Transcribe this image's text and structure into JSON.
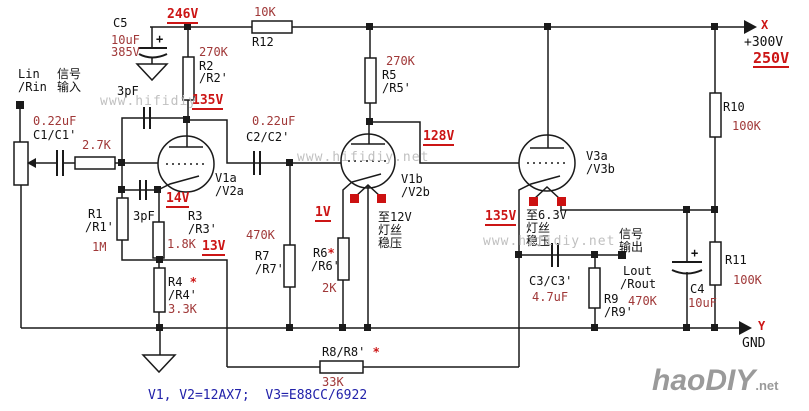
{
  "caption": "V1, V2=12AX7;  V3=E88CC/6922",
  "power": {
    "rail_terminal": "X",
    "rail_supply": "+300V",
    "rail_measured": "250V",
    "ground_terminal": "Y",
    "ground_name": "GND"
  },
  "input": {
    "line1": "Lin",
    "line2": "/Rin",
    "cn_line1": "信号",
    "cn_line2": "输入"
  },
  "output": {
    "cn_line1": "信号",
    "cn_line2": "输出",
    "line1": "Lout",
    "line2": "/Rout"
  },
  "tubes": {
    "v1a": {
      "line1": "V1a",
      "line2": "/V2a"
    },
    "v1b": {
      "line1": "V1b",
      "line2": "/V2b"
    },
    "v3": {
      "line1": "V3a",
      "line2": "/V3b"
    }
  },
  "components": {
    "c5": {
      "ref": "C5",
      "value": "10uF",
      "rating": "385V",
      "plus": "+"
    },
    "c1": {
      "ref": "C1/C1'",
      "value": "0.22uF"
    },
    "c2": {
      "ref": "C2/C2'",
      "value": "0.22uF"
    },
    "c3": {
      "ref": "C3/C3'",
      "value": "4.7uF"
    },
    "c4": {
      "ref": "C4",
      "value": "10uF",
      "plus": "+"
    },
    "comp_cap1": {
      "value": "3pF"
    },
    "comp_cap2": {
      "value": "3pF"
    },
    "grid_stopper": {
      "value": "2.7K"
    },
    "r1": {
      "ref1": "R1",
      "ref2": "/R1'",
      "value": "1M"
    },
    "r2": {
      "ref1": "R2",
      "ref2": "/R2'",
      "value": "270K"
    },
    "r3": {
      "ref1": "R3",
      "ref2": "/R3'",
      "value": "1.8K"
    },
    "r4": {
      "ref1": "R4",
      "ref2": "/R4'",
      "value": "3.3K",
      "star": "*"
    },
    "r5": {
      "ref1": "R5",
      "ref2": "/R5'",
      "value": "270K"
    },
    "r6": {
      "ref1": "R6",
      "ref2": "/R6'",
      "value": "2K",
      "star": "*"
    },
    "r7": {
      "ref1": "R7",
      "ref2": "/R7'",
      "value": "470K"
    },
    "r8": {
      "ref": "R8/R8'",
      "value": "33K",
      "star": "*"
    },
    "r9": {
      "ref1": "R9",
      "ref2": "/R9'",
      "value": "470K"
    },
    "r10": {
      "ref": "R10",
      "value": "100K"
    },
    "r11": {
      "ref": "R11",
      "value": "100K"
    },
    "r12": {
      "ref": "R12",
      "value": "10K"
    }
  },
  "voltages": {
    "v246": "246V",
    "v135_stage1": "135V",
    "v128": "128V",
    "v14": "14V",
    "v13": "13V",
    "v1": "1V",
    "v135_stage3": "135V",
    "v250": "250V"
  },
  "notes": {
    "heater_12v": {
      "line1": "至12V",
      "line2": "灯丝",
      "line3": "稳压"
    },
    "heater_6v3": {
      "line1": "至6.3V",
      "line2": "灯丝",
      "line3": "稳压"
    }
  },
  "watermarks": {
    "w1": "www.hifidiy",
    "w2": "www.hifidiy.net",
    "w3": "www.hifidiy.net",
    "logo_main": "haoDIY",
    "logo_suffix": ".net"
  },
  "colors": {
    "voltage_red": "#cc1515",
    "value_red": "#a03838",
    "filament_red": "#cc1111",
    "note_blue": "#2222aa",
    "watermark_gray": "#c0c0c0",
    "wire_black": "#1a1a1a"
  }
}
